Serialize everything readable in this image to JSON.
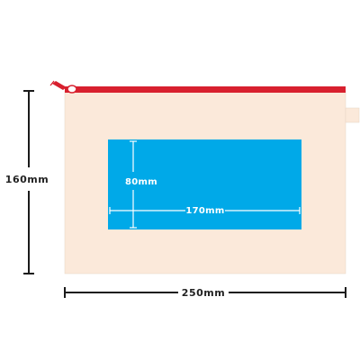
{
  "diagram": {
    "dimensions": {
      "height_label": "160mm",
      "width_label": "250mm"
    },
    "print_area": {
      "height_label": "80mm",
      "width_label": "170mm"
    }
  },
  "colors": {
    "pouch_fabric": "#fbe9da",
    "zipper": "#d8202e",
    "print_area": "#00a9e8",
    "dimension_line": "#1a1a1a"
  }
}
